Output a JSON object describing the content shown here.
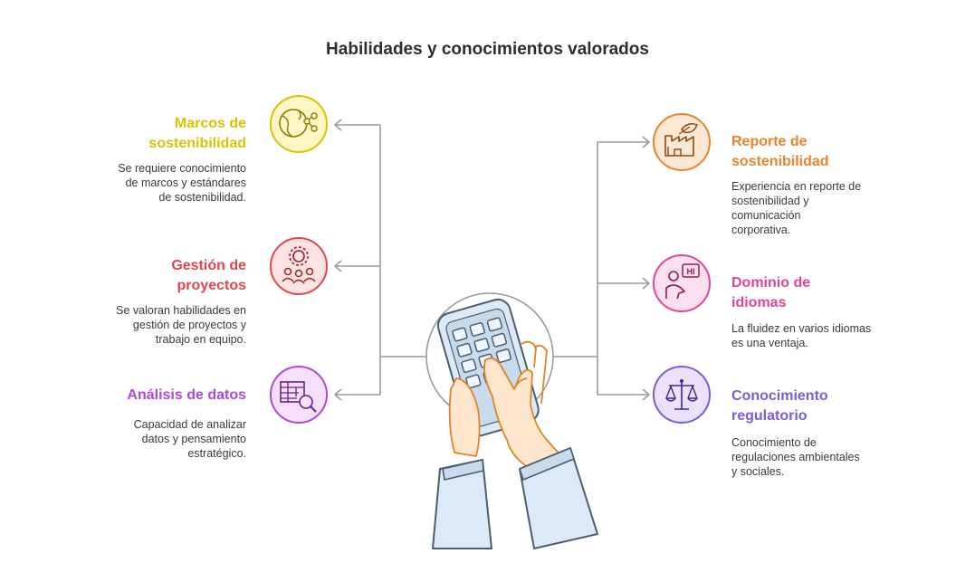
{
  "title": "Habilidades y conocimientos valorados",
  "items": [
    {
      "title": "Marcos de sostenibilidad",
      "description": "Se requiere conocimiento de marcos y estándares de sostenibilidad.",
      "color": "#d9c200",
      "icon": "globe-network-icon"
    },
    {
      "title": "Gestión de proyectos",
      "description": "Se valoran habilidades en gestión de proyectos y trabajo en equipo.",
      "color": "#e0474c",
      "icon": "team-gear-icon"
    },
    {
      "title": "Análisis de datos",
      "description": "Capacidad de analizar datos y pensamiento estratégico.",
      "color": "#b048d6",
      "icon": "table-magnifier-icon"
    },
    {
      "title": "Reporte de sostenibilidad",
      "description": "Experiencia en reporte de sostenibilidad y comunicación corporativa.",
      "color": "#e8842a",
      "icon": "factory-leaf-icon"
    },
    {
      "title": "Dominio de idiomas",
      "description": "La fluidez en varios idiomas es una ventaja.",
      "color": "#e3449a",
      "icon": "speaker-hi-icon"
    },
    {
      "title": "Conocimiento regulatorio",
      "description": "Conocimiento de regulaciones ambientales y sociales.",
      "color": "#7b5bd9",
      "icon": "scales-icon"
    }
  ]
}
